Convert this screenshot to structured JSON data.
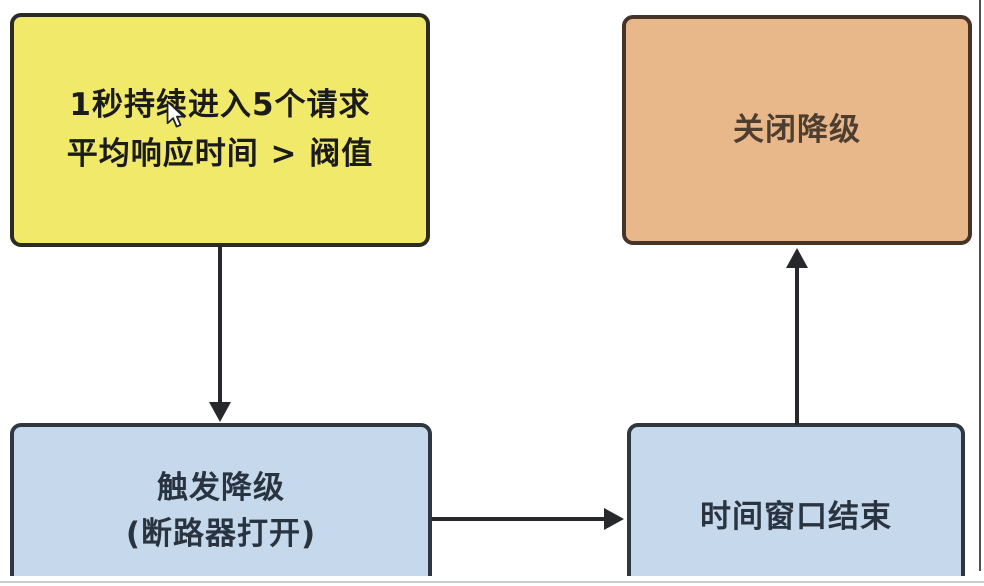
{
  "diagram": {
    "nodes": {
      "condition": {
        "line1": "1秒持续进入5个请求",
        "line2": "平均响应时间 > 阀值",
        "fill": "#f0e96a",
        "border": "#2b2b24",
        "text_color": "#1b1b1b"
      },
      "close_degrade": {
        "label": "关闭降级",
        "fill": "#e9b88a",
        "border": "#463527",
        "text_color": "#4d3e30"
      },
      "trigger_degrade": {
        "line1": "触发降级",
        "line2": "(断路器打开)",
        "fill": "#c6d9ec",
        "border": "#2f3740",
        "text_color": "#2a3440"
      },
      "time_window_end": {
        "label": "时间窗口结束",
        "fill": "#c6d9ec",
        "border": "#2f3740",
        "text_color": "#2a3440"
      }
    },
    "arrows": {
      "color": "#26282b"
    },
    "frame": {
      "background": "#ffffff",
      "right_line_color": "#4e4e4e",
      "bottom_line_color": "#c9ced3"
    }
  }
}
